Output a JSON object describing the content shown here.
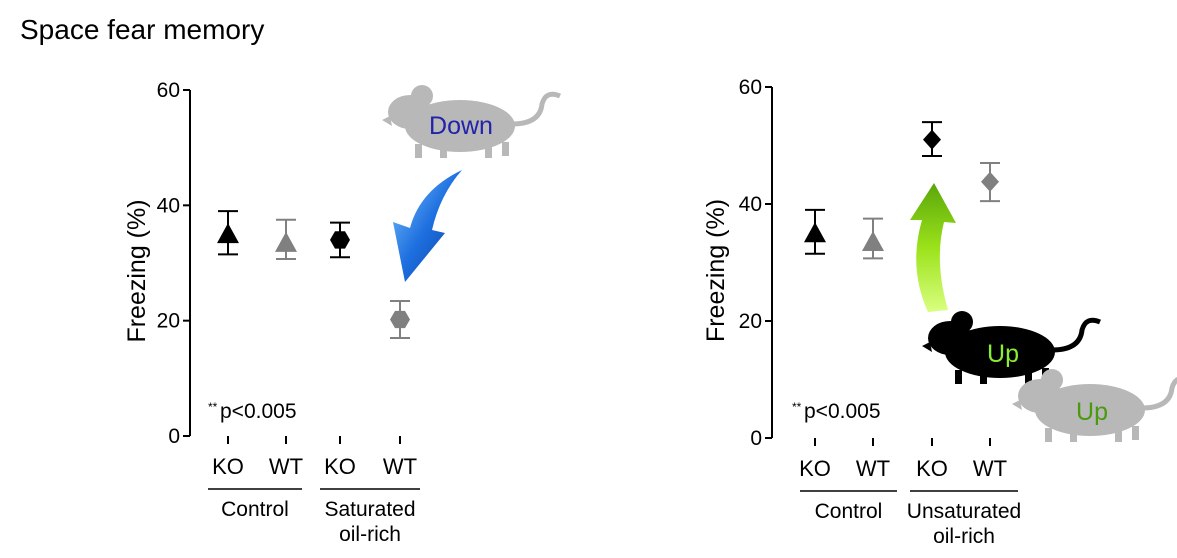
{
  "title": "Space fear memory",
  "colors": {
    "black": "#000000",
    "gray": "#808080",
    "mouse_gray": "#b8b8b8",
    "mouse_black": "#000000",
    "arrow_blue": "#1e6fe0",
    "arrow_green": "#9be21a",
    "down_text": "#2222aa",
    "up_text_light": "#88ee33",
    "up_text_dark": "#4a9a10"
  },
  "chart_data": [
    {
      "type": "scatter",
      "ylabel": "Freezing (%)",
      "ylim": [
        0,
        60
      ],
      "yticks": [
        "0",
        "20",
        "40",
        "60"
      ],
      "categories": [
        "KO",
        "WT",
        "KO",
        "WT"
      ],
      "groups": [
        {
          "label_lines": [
            "Control"
          ],
          "span": [
            0,
            1
          ]
        },
        {
          "label_lines": [
            "Saturated",
            "oil-rich"
          ],
          "span": [
            2,
            3
          ]
        }
      ],
      "points": [
        {
          "mean": 35,
          "err_high": 39,
          "err_low": 31.5,
          "marker": "triangle",
          "color": "black"
        },
        {
          "mean": 33.5,
          "err_high": 37.5,
          "err_low": 30.7,
          "marker": "triangle",
          "color": "gray"
        },
        {
          "mean": 34,
          "err_high": 37,
          "err_low": 31,
          "marker": "hexagon",
          "color": "black"
        },
        {
          "mean": 20.2,
          "err_high": 23.4,
          "err_low": 17,
          "marker": "hexagon",
          "color": "gray"
        }
      ],
      "significance": {
        "stars": "**",
        "text": "p<0.005"
      },
      "annotation": {
        "text": "Down",
        "arrow": "down"
      }
    },
    {
      "type": "scatter",
      "ylabel": "Freezing (%)",
      "ylim": [
        0,
        60
      ],
      "yticks": [
        "0",
        "20",
        "40",
        "60"
      ],
      "categories": [
        "KO",
        "WT",
        "KO",
        "WT"
      ],
      "groups": [
        {
          "label_lines": [
            "Control"
          ],
          "span": [
            0,
            1
          ]
        },
        {
          "label_lines": [
            "Unsaturated",
            "oil-rich"
          ],
          "span": [
            2,
            3
          ]
        }
      ],
      "points": [
        {
          "mean": 35,
          "err_high": 39,
          "err_low": 31.5,
          "marker": "triangle",
          "color": "black"
        },
        {
          "mean": 33.5,
          "err_high": 37.5,
          "err_low": 30.7,
          "marker": "triangle",
          "color": "gray"
        },
        {
          "mean": 51,
          "err_high": 54,
          "err_low": 48.2,
          "marker": "diamond",
          "color": "black"
        },
        {
          "mean": 43.8,
          "err_high": 47,
          "err_low": 40.5,
          "marker": "diamond",
          "color": "gray"
        }
      ],
      "significance": {
        "stars": "**",
        "text": "p<0.005"
      },
      "annotation": {
        "texts": [
          "Up",
          "Up"
        ],
        "arrow": "up"
      }
    }
  ]
}
